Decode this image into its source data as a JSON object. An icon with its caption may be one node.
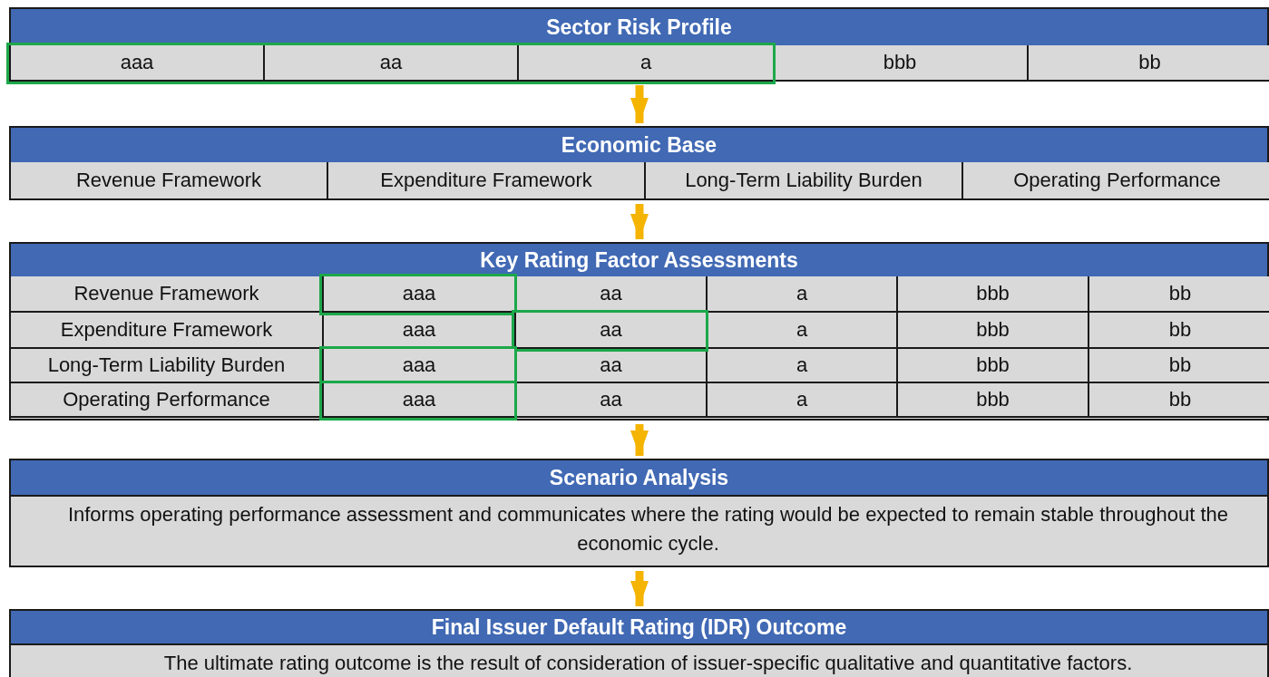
{
  "diagram": {
    "nodes": [
      {
        "text": [
          "Sector Risk Profile"
        ]
      },
      {
        "text": [],
        "shape": "box",
        "in": 0
      },
      {
        "text": [
          "aaa"
        ],
        "in": 1
      },
      {
        "text": [
          "aa"
        ],
        "in": 1
      },
      {
        "text": [
          "a"
        ],
        "in": 1
      },
      {
        "text": [
          "bbb"
        ],
        "in": 0
      },
      {
        "text": [
          "bb"
        ],
        "in": 0
      },
      {
        "text": [
          "Economic Base"
        ]
      },
      {
        "text": [
          "Revenue Framework"
        ],
        "in": 7
      },
      {
        "text": [
          "Expenditure Framework"
        ],
        "in": 7
      },
      {
        "text": [
          "Long-Term Liability Burden"
        ],
        "in": 7
      },
      {
        "text": [
          "Operating Performance"
        ],
        "in": 7
      },
      {
        "text": [
          "Key Rating Factor Assessments"
        ]
      },
      {
        "text": [
          "Revenue Framework"
        ],
        "in": 12
      },
      {
        "text": [],
        "shape": "box",
        "in": 12
      },
      {
        "text": [
          "aaa"
        ],
        "in": 14
      },
      {
        "text": [
          "aa"
        ],
        "in": 12
      },
      {
        "text": [
          "a"
        ],
        "in": 12
      },
      {
        "text": [
          "bbb"
        ],
        "in": 12
      },
      {
        "text": [
          "bb"
        ],
        "in": 12
      },
      {
        "text": [
          "Expenditure Framework"
        ],
        "in": 12
      },
      {
        "text": [
          "aaa"
        ],
        "in": 12
      },
      {
        "text": [],
        "shape": "box",
        "in": 12
      },
      {
        "text": [
          "aa"
        ],
        "in": 22
      },
      {
        "text": [
          "a"
        ],
        "in": 12
      },
      {
        "text": [
          "bbb"
        ],
        "in": 12
      },
      {
        "text": [
          "bb"
        ],
        "in": 12
      },
      {
        "text": [
          "Long-Term Liability Burden"
        ],
        "in": 12
      },
      {
        "text": [],
        "shape": "box",
        "in": 12
      },
      {
        "text": [
          "aaa"
        ],
        "in": 28
      },
      {
        "text": [
          "aa"
        ],
        "in": 12
      },
      {
        "text": [
          "a"
        ],
        "in": 12
      },
      {
        "text": [
          "bbb"
        ],
        "in": 12
      },
      {
        "text": [
          "bb"
        ],
        "in": 12
      },
      {
        "text": [
          "Operating Performance"
        ],
        "in": 12
      },
      {
        "text": [],
        "shape": "box",
        "in": 12
      },
      {
        "text": [
          "aaa"
        ],
        "in": 35
      },
      {
        "text": [
          "aa"
        ],
        "in": 12
      },
      {
        "text": [
          "a"
        ],
        "in": 12
      },
      {
        "text": [
          "bbb"
        ],
        "in": 12
      },
      {
        "text": [
          "bb"
        ],
        "in": 12
      },
      {
        "text": [
          "Scenario Analysis",
          "Informs operating performance assessment and communicates where the rating would be expected to remain stable throughout the economic cycle."
        ]
      },
      {
        "text": [
          "Final Issuer Default Rating (IDR) Outcome",
          "The ultimate rating outcome is the result of consideration of issuer-specific qualitative and quantitative factors."
        ]
      }
    ],
    "edges": [
      {
        "from": 0,
        "to": 7,
        "arrow": "to"
      },
      {
        "from": 7,
        "to": 12,
        "arrow": "to"
      },
      {
        "from": 12,
        "to": 41,
        "arrow": "to"
      },
      {
        "from": 41,
        "to": 42,
        "arrow": "to"
      }
    ]
  }
}
